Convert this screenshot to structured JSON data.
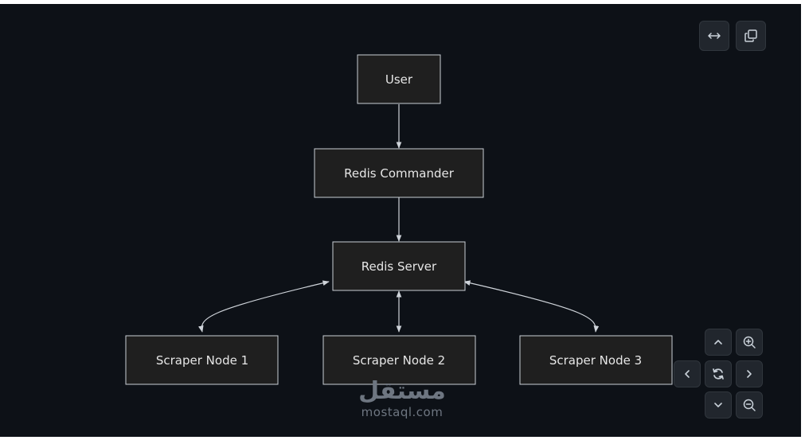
{
  "diagram": {
    "nodes": [
      {
        "id": "user",
        "label": "User"
      },
      {
        "id": "commander",
        "label": "Redis Commander"
      },
      {
        "id": "server",
        "label": "Redis Server"
      },
      {
        "id": "node1",
        "label": "Scraper Node 1"
      },
      {
        "id": "node2",
        "label": "Scraper Node 2"
      },
      {
        "id": "node3",
        "label": "Scraper Node 3"
      }
    ],
    "edges": [
      {
        "from": "user",
        "to": "commander",
        "direction": "forward"
      },
      {
        "from": "commander",
        "to": "server",
        "direction": "forward"
      },
      {
        "from": "server",
        "to": "node1",
        "direction": "both"
      },
      {
        "from": "server",
        "to": "node2",
        "direction": "both"
      },
      {
        "from": "server",
        "to": "node3",
        "direction": "both"
      }
    ]
  },
  "toolbar": {
    "buttons": [
      {
        "name": "fit-width-button",
        "icon": "horizontal-arrows-icon"
      },
      {
        "name": "copy-button",
        "icon": "copy-icon"
      }
    ]
  },
  "controls": {
    "buttons": [
      {
        "name": "pan-up-button",
        "icon": "chevron-up-icon"
      },
      {
        "name": "zoom-in-button",
        "icon": "zoom-in-icon"
      },
      {
        "name": "pan-left-button",
        "icon": "chevron-left-icon"
      },
      {
        "name": "reset-view-button",
        "icon": "refresh-icon"
      },
      {
        "name": "pan-right-button",
        "icon": "chevron-right-icon"
      },
      {
        "name": "pan-down-button",
        "icon": "chevron-down-icon"
      },
      {
        "name": "zoom-out-button",
        "icon": "zoom-out-icon"
      }
    ]
  },
  "watermark": {
    "arabic": "مستقل",
    "latin": "mostaql.com"
  },
  "colors": {
    "background": "#0d1117",
    "node_fill": "#1f1f1f",
    "node_stroke": "#c9cfd6",
    "text": "#e6e6e6",
    "edge": "#cfd4da",
    "control_bg": "#21262d"
  }
}
